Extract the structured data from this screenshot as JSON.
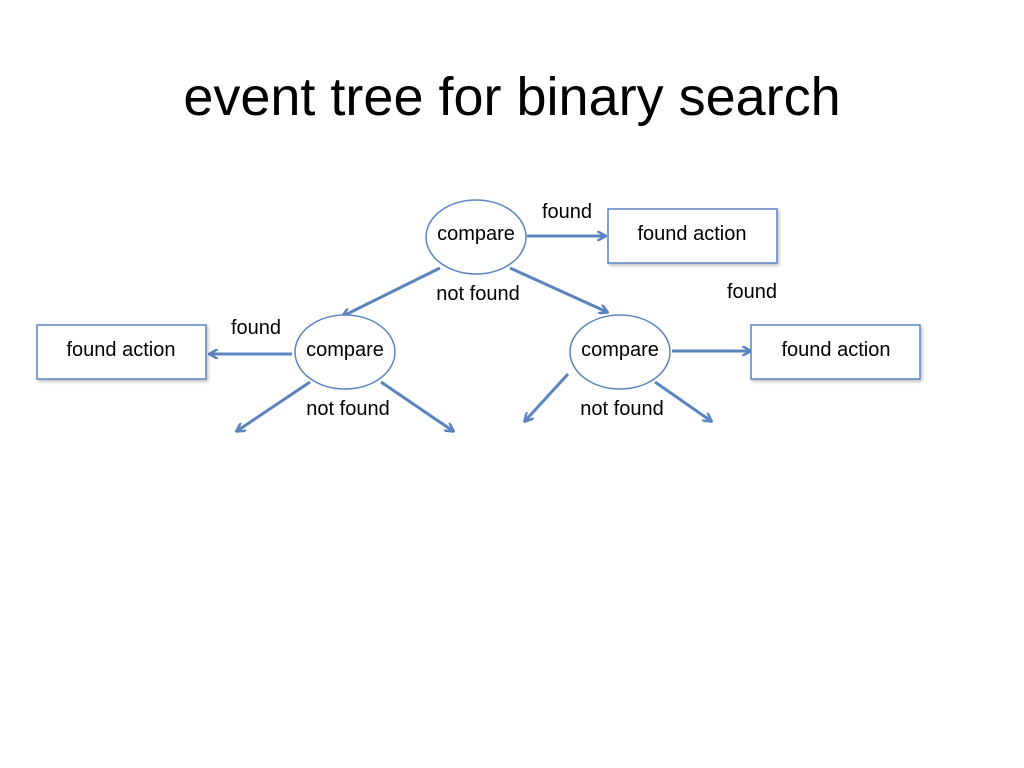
{
  "slide": {
    "title": "event tree for binary search"
  },
  "nodes": {
    "compare_root": "compare",
    "compare_left": "compare",
    "compare_right": "compare",
    "action_top": "found action",
    "action_left": "found action",
    "action_right": "found action"
  },
  "edges": {
    "root_found": "found",
    "root_not_found": "not found",
    "left_found": "found",
    "left_not_found": "not found",
    "right_found": "found",
    "right_not_found": "not found"
  },
  "colors": {
    "accent": "#5b84bf",
    "text": "#000000",
    "background": "#ffffff"
  }
}
